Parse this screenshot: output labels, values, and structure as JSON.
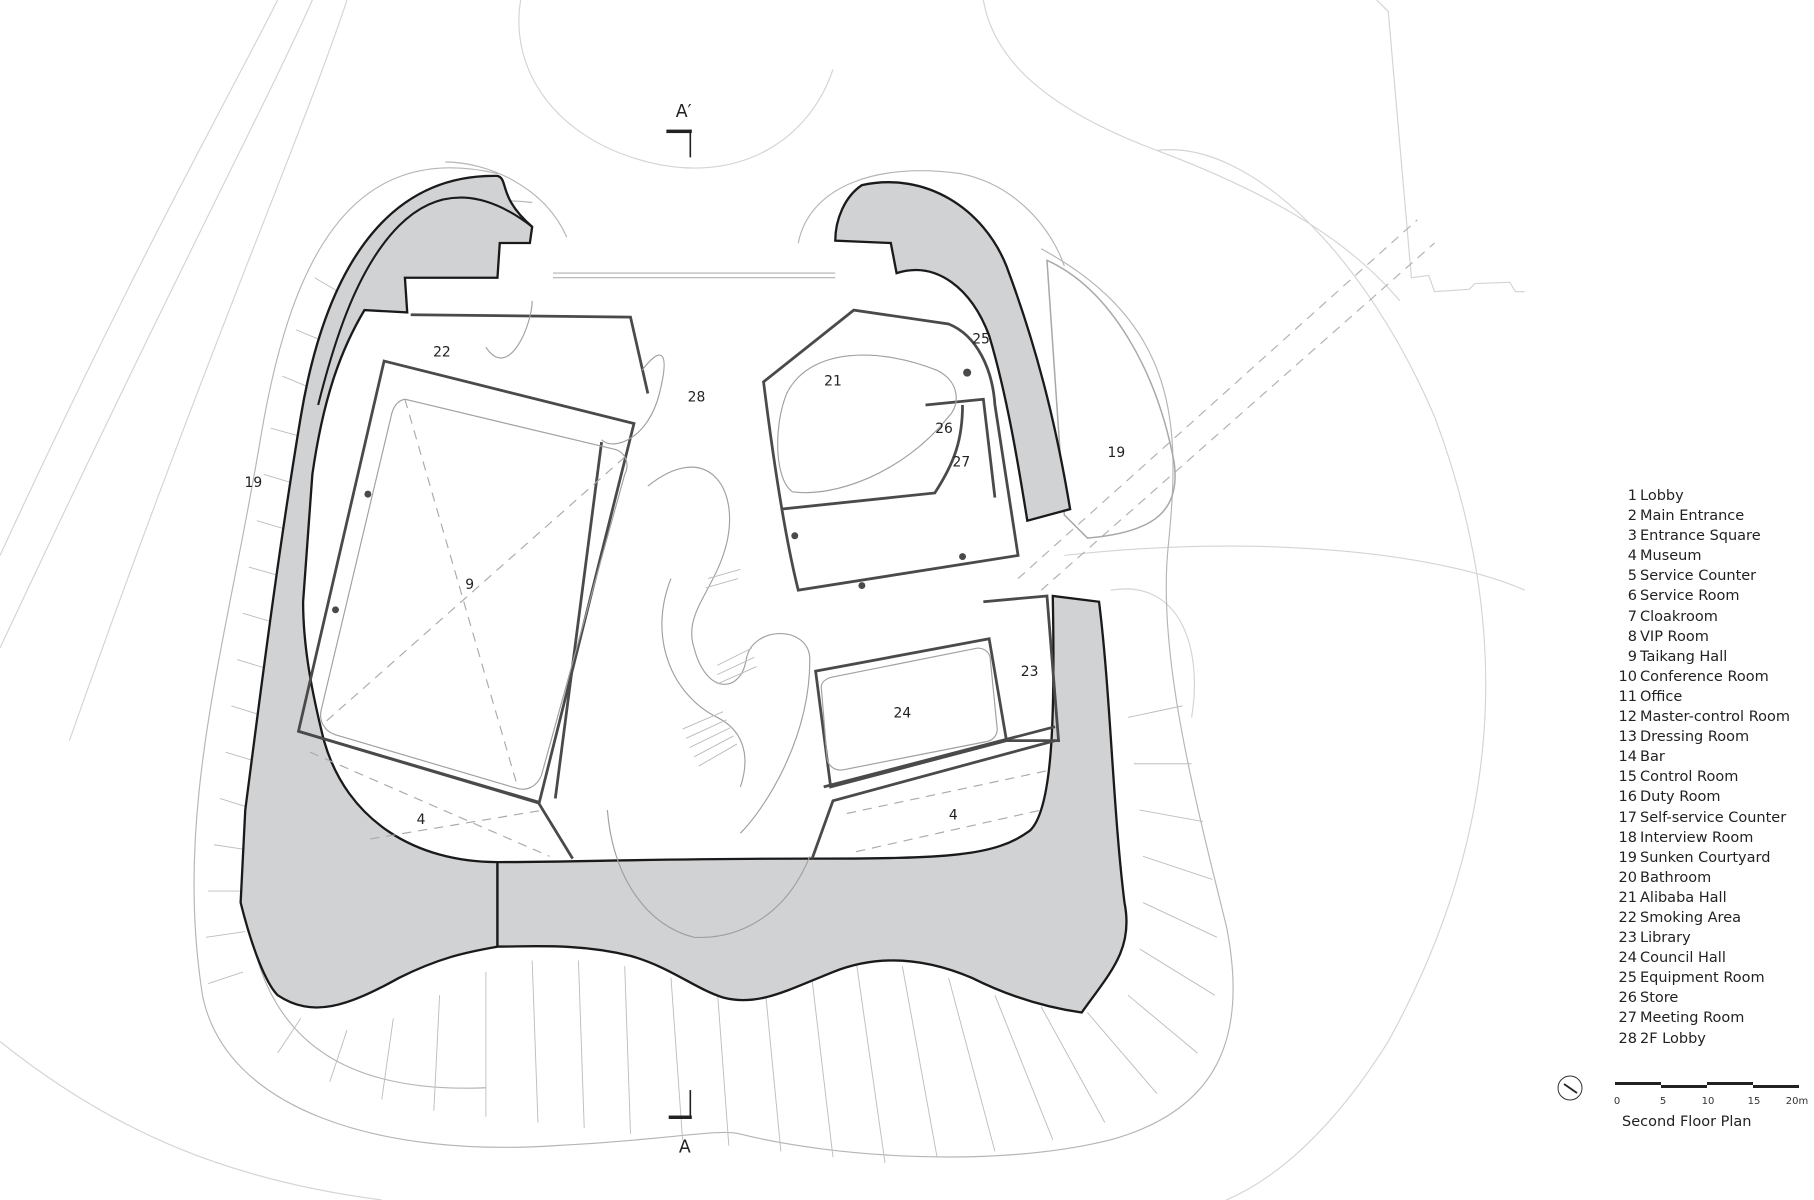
{
  "plan": {
    "title": "Second Floor Plan",
    "section_marks": {
      "top": "A′",
      "bottom": "A"
    },
    "colors": {
      "solid_fill": "#d1d2d4",
      "wall": "#4a4a4a",
      "outline": "#1a1a1a",
      "thin": "#b8b8b8",
      "dash": "#aaaaaa"
    },
    "room_labels": [
      {
        "id": "22",
        "text": "22"
      },
      {
        "id": "28",
        "text": "28"
      },
      {
        "id": "21",
        "text": "21"
      },
      {
        "id": "25",
        "text": "25"
      },
      {
        "id": "26",
        "text": "26"
      },
      {
        "id": "27",
        "text": "27"
      },
      {
        "id": "19-left",
        "text": "19"
      },
      {
        "id": "19-right",
        "text": "19"
      },
      {
        "id": "9",
        "text": "9"
      },
      {
        "id": "23",
        "text": "23"
      },
      {
        "id": "24",
        "text": "24"
      },
      {
        "id": "4-left",
        "text": "4"
      },
      {
        "id": "4-right",
        "text": "4"
      }
    ]
  },
  "legend": [
    {
      "num": "1",
      "name": "Lobby"
    },
    {
      "num": "2",
      "name": "Main Entrance"
    },
    {
      "num": "3",
      "name": "Entrance Square"
    },
    {
      "num": "4",
      "name": "Museum"
    },
    {
      "num": "5",
      "name": "Service Counter"
    },
    {
      "num": "6",
      "name": "Service Room"
    },
    {
      "num": "7",
      "name": "Cloakroom"
    },
    {
      "num": "8",
      "name": "VIP Room"
    },
    {
      "num": "9",
      "name": "Taikang Hall"
    },
    {
      "num": "10",
      "name": "Conference Room"
    },
    {
      "num": "11",
      "name": "Office"
    },
    {
      "num": "12",
      "name": "Master-control Room"
    },
    {
      "num": "13",
      "name": "Dressing Room"
    },
    {
      "num": "14",
      "name": "Bar"
    },
    {
      "num": "15",
      "name": "Control Room"
    },
    {
      "num": "16",
      "name": "Duty Room"
    },
    {
      "num": "17",
      "name": "Self-service Counter"
    },
    {
      "num": "18",
      "name": "Interview Room"
    },
    {
      "num": "19",
      "name": "Sunken Courtyard"
    },
    {
      "num": "20",
      "name": "Bathroom"
    },
    {
      "num": "21",
      "name": "Alibaba Hall"
    },
    {
      "num": "22",
      "name": "Smoking Area"
    },
    {
      "num": "23",
      "name": "Library"
    },
    {
      "num": "24",
      "name": "Council Hall"
    },
    {
      "num": "25",
      "name": "Equipment Room"
    },
    {
      "num": "26",
      "name": "Store"
    },
    {
      "num": "27",
      "name": "Meeting Room"
    },
    {
      "num": "28",
      "name": "2F Lobby"
    }
  ],
  "scale_bar": {
    "ticks": [
      "0",
      "5",
      "10",
      "15",
      "20m"
    ]
  }
}
